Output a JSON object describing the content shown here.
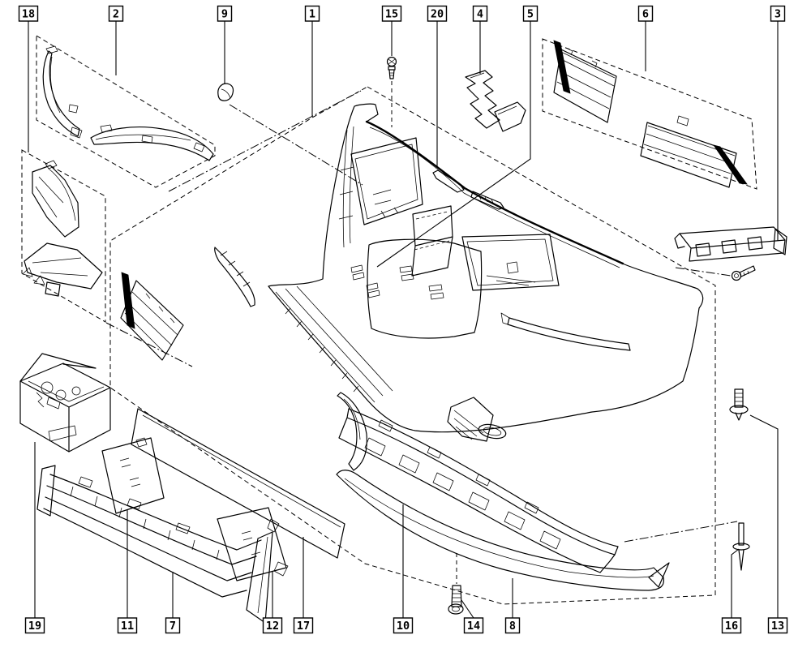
{
  "diagram": {
    "style": {
      "background_color": "#ffffff",
      "line_color": "#000000"
    },
    "callout_count": 20,
    "callouts": [
      {
        "number": "18",
        "row": "top"
      },
      {
        "number": "2",
        "row": "top"
      },
      {
        "number": "9",
        "row": "top"
      },
      {
        "number": "1",
        "row": "top"
      },
      {
        "number": "15",
        "row": "top"
      },
      {
        "number": "20",
        "row": "top"
      },
      {
        "number": "4",
        "row": "top"
      },
      {
        "number": "5",
        "row": "top"
      },
      {
        "number": "6",
        "row": "top"
      },
      {
        "number": "3",
        "row": "top"
      },
      {
        "number": "19",
        "row": "bottom"
      },
      {
        "number": "11",
        "row": "bottom"
      },
      {
        "number": "7",
        "row": "bottom"
      },
      {
        "number": "12",
        "row": "bottom"
      },
      {
        "number": "17",
        "row": "bottom"
      },
      {
        "number": "10",
        "row": "bottom"
      },
      {
        "number": "14",
        "row": "bottom"
      },
      {
        "number": "8",
        "row": "bottom"
      },
      {
        "number": "16",
        "row": "bottom"
      },
      {
        "number": "13",
        "row": "bottom"
      }
    ]
  }
}
